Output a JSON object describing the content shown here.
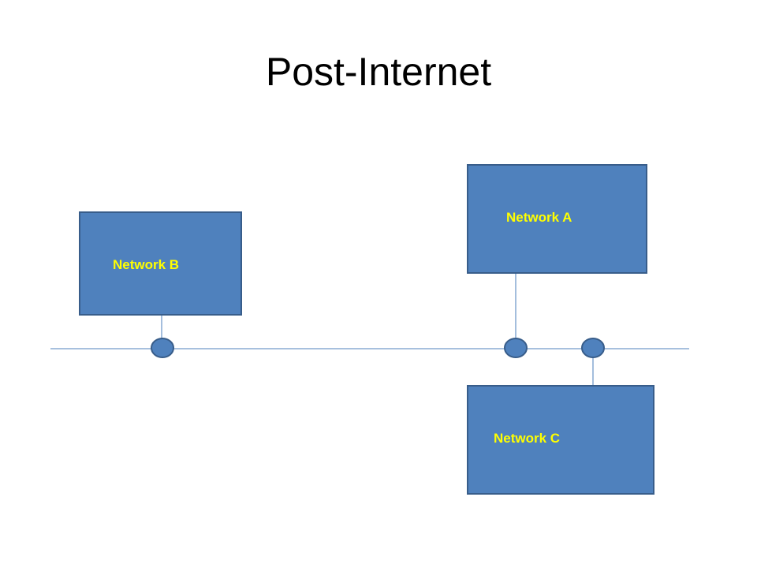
{
  "slide": {
    "title": "Post-Internet"
  },
  "diagram": {
    "networks": {
      "a": {
        "label": "Network A"
      },
      "b": {
        "label": "Network B"
      },
      "c": {
        "label": "Network C"
      }
    }
  },
  "colors": {
    "box_fill": "#4f81bd",
    "box_stroke": "#385d8a",
    "label_text": "#ffff00",
    "backbone_line": "#4f81bd",
    "connector_line": "#4a7ebb",
    "router_fill": "#4f81bd",
    "router_stroke": "#385d8a",
    "title_text": "#000000"
  }
}
